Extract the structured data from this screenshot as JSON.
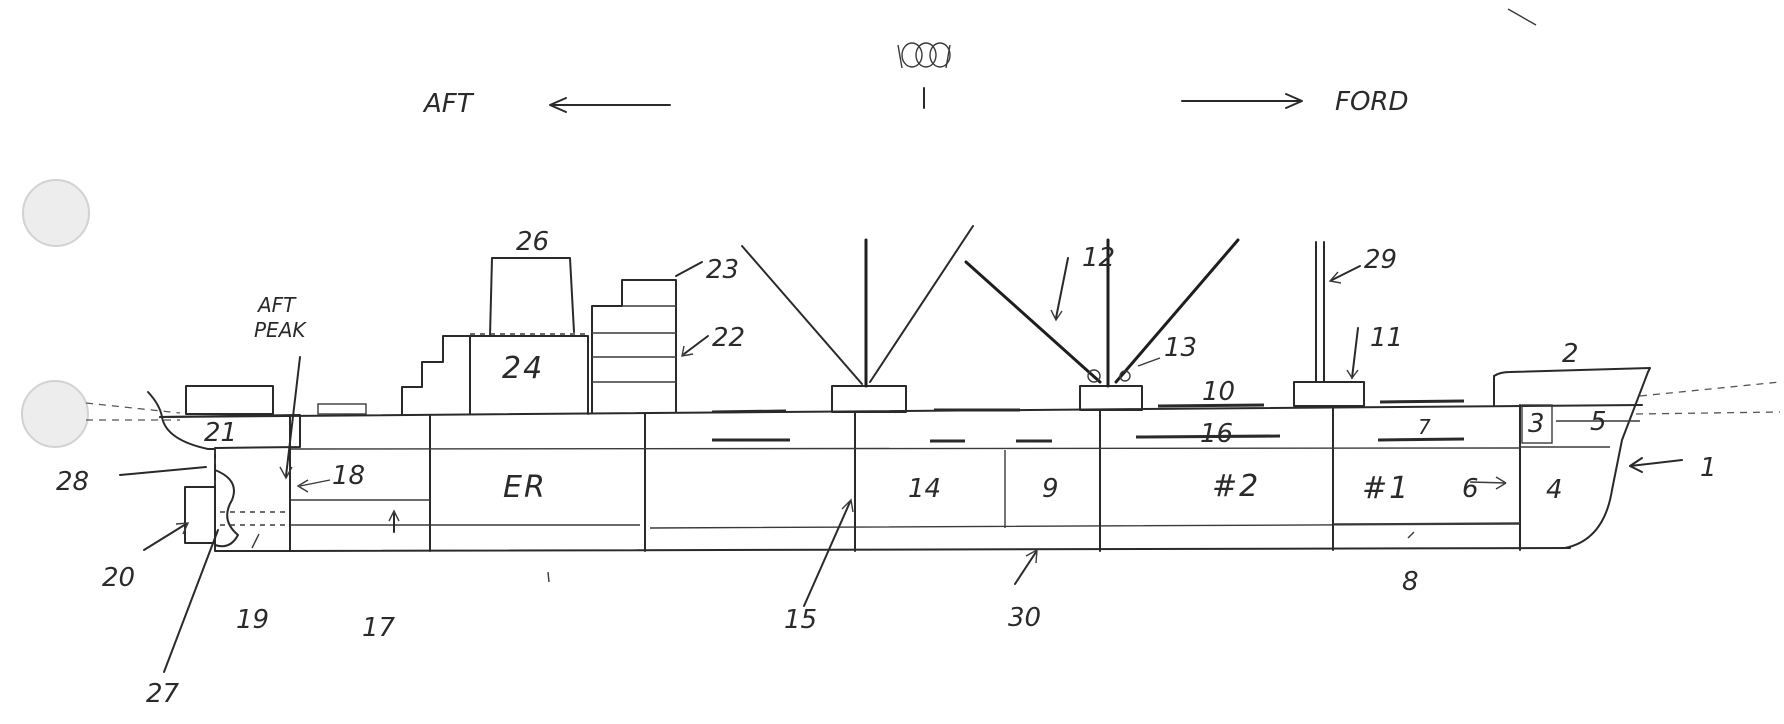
{
  "direction": {
    "aft": "AFT",
    "forward": "FORD"
  },
  "labels": {
    "aft_peak_line1": "AFT",
    "aft_peak_line2": "PEAK",
    "engine_room": "ER",
    "hold_2": "#2",
    "hold_1": "#1",
    "n1": "1",
    "n2": "2",
    "n3": "3",
    "n4": "4",
    "n5": "5",
    "n6": "6",
    "n7": "7",
    "n8": "8",
    "n9": "9",
    "n10": "10",
    "n11": "11",
    "n12": "12",
    "n13": "13",
    "n14": "14",
    "n15": "15",
    "n16": "16",
    "n17": "17",
    "n18": "18",
    "n19": "19",
    "n20": "20",
    "n21": "21",
    "n22": "22",
    "n23": "23",
    "n24": "24",
    "n26": "26",
    "n27": "27",
    "n28": "28",
    "n29": "29",
    "n30": "30"
  },
  "icons": {
    "handcuffs": "handcuffs-icon",
    "binder_hole": "binder-hole"
  },
  "colors": {
    "ink": "#2a2a2a",
    "paper": "#ffffff",
    "hole": "#ededed"
  }
}
